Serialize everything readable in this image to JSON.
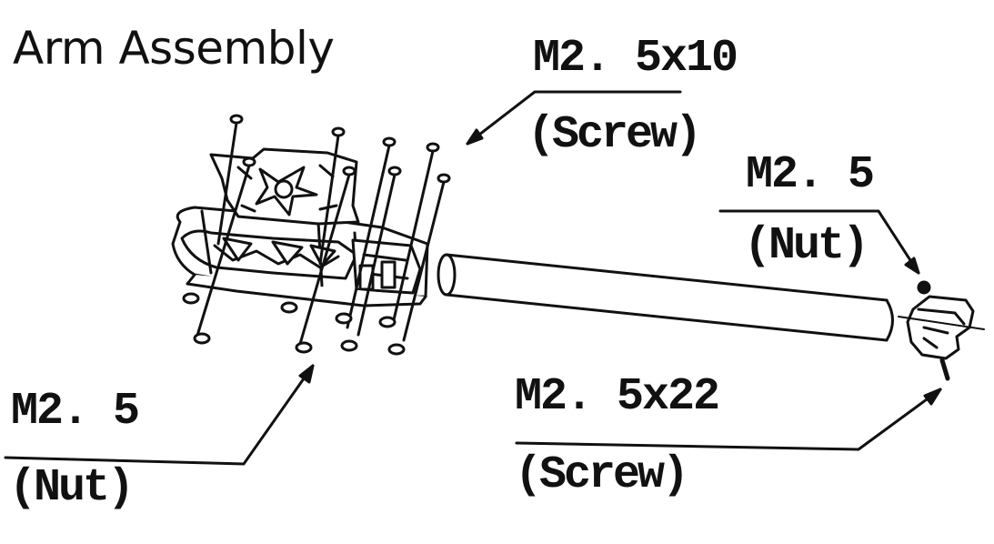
{
  "title": "Arm Assembly",
  "callouts": {
    "screw_top": {
      "spec": "M2. 5x10",
      "kind": "(Screw)"
    },
    "nut_right": {
      "spec": "M2. 5",
      "kind": "(Nut)"
    },
    "nut_left": {
      "spec": "M2. 5",
      "kind": "(Nut)"
    },
    "screw_bottom": {
      "spec": "M2. 5x22",
      "kind": "(Screw)"
    }
  },
  "colors": {
    "ink": "#111111",
    "background": "#ffffff"
  }
}
